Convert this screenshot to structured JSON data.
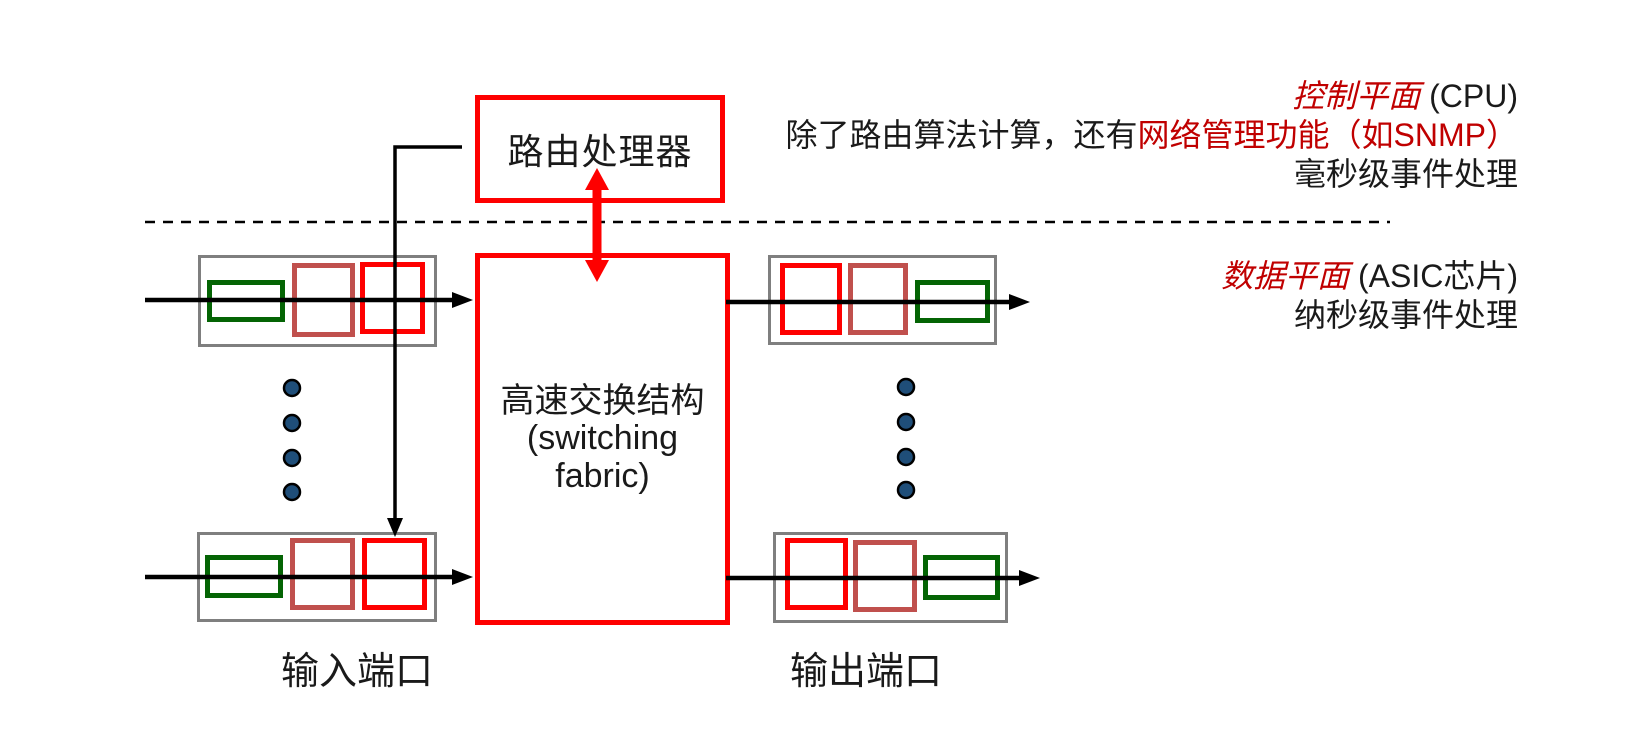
{
  "routing_processor": {
    "label": "路由处理器"
  },
  "switching_fabric": {
    "line1": "高速交换结构",
    "line2": "(switching",
    "line3": "fabric)"
  },
  "control_plane": {
    "title_red": "控制平面",
    "title_black": " (CPU)",
    "desc_black": "除了路由算法计算，还有",
    "desc_red": "网络管理功能（如SNMP）",
    "timing": "毫秒级事件处理"
  },
  "data_plane": {
    "title_red": "数据平面",
    "title_black": " (ASIC芯片)",
    "timing": "纳秒级事件处理"
  },
  "labels": {
    "input_ports": "输入端口",
    "output_ports": "输出端口"
  },
  "colors": {
    "box_red": "#fe0000",
    "text_red": "#c00000",
    "packet_green": "#046404",
    "packet_rose": "#c0504d",
    "packet_red": "#fe0000",
    "port_gray": "#7f7f7f",
    "dot_blue": "#1f4e79",
    "line_black": "#000000"
  }
}
